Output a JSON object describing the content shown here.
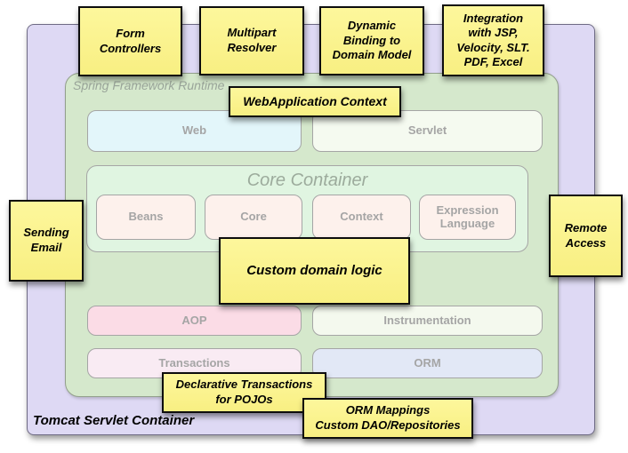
{
  "diagram": {
    "tomcat_label": "Tomcat Servlet Container",
    "runtime_label": "Spring Framework Runtime",
    "core_container_label": "Core Container"
  },
  "boxes": {
    "web": "Web",
    "servlet": "Servlet",
    "beans": "Beans",
    "core": "Core",
    "context": "Context",
    "expression_language": "Expression\nLanguage",
    "aop": "AOP",
    "instrumentation": "Instrumentation",
    "transactions": "Transactions",
    "orm": "ORM"
  },
  "notes": {
    "form_controllers": "Form\nControllers",
    "multipart_resolver": "Multipart\nResolver",
    "dynamic_binding": "Dynamic\nBinding to\nDomain Model",
    "integration": "Integration\nwith JSP,\nVelocity, SLT.\nPDF, Excel",
    "webapplication_context": "WebApplication Context",
    "sending_email": "Sending\nEmail",
    "remote_access": "Remote\nAccess",
    "custom_domain_logic": "Custom domain logic",
    "declarative_transactions": "Declarative Transactions\nfor POJOs",
    "orm_mappings": "ORM Mappings\nCustom DAO/Repositories"
  },
  "colors": {
    "note_bg": "#fbf48b",
    "tomcat_bg": "#ded9f4",
    "runtime_bg": "#d5e8cc",
    "core_container_bg": "#e0f5e1",
    "web_bg": "#e3f6fa",
    "servlet_bg": "#f5faf0",
    "core_module_bg": "#fdf1ec",
    "aop_bg": "#fbdce6",
    "instrumentation_bg": "#f4f9ee",
    "transactions_bg": "#f9ebf3",
    "orm_bg": "#e2e8f6",
    "muted_label": "#a5a5a5"
  }
}
